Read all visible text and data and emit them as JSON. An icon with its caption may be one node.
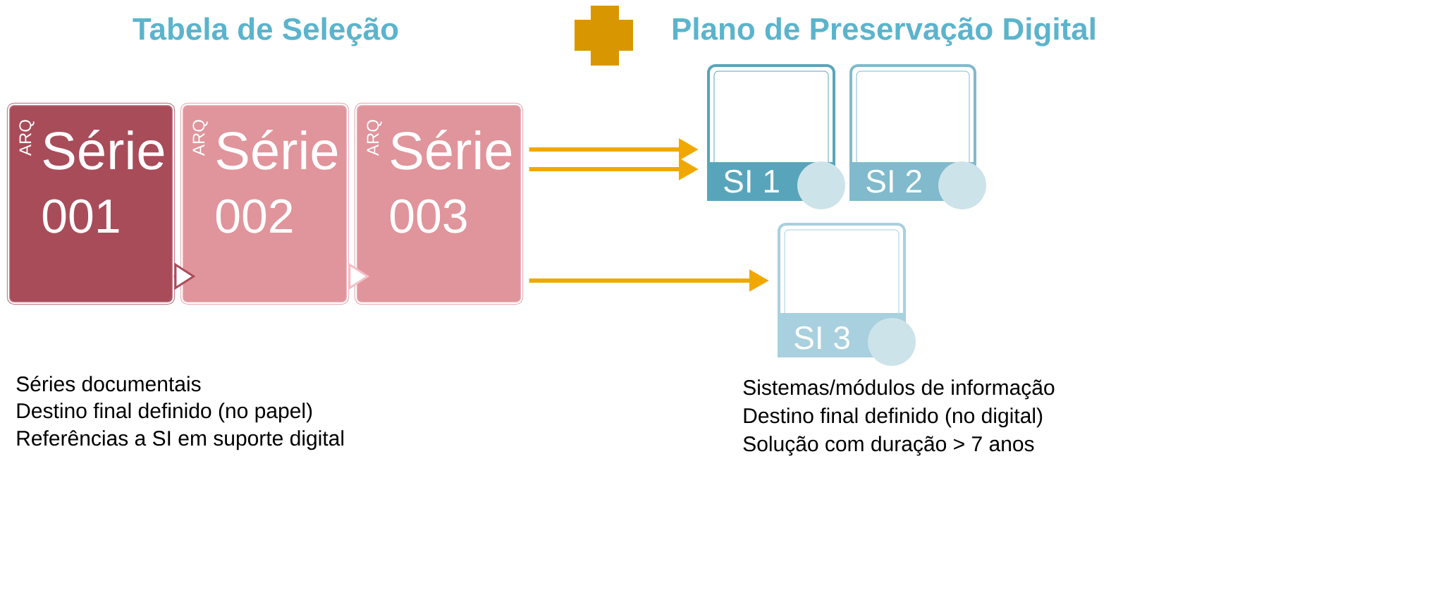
{
  "diagram": {
    "nodes": [
      {
        "text": [
          "ARQ",
          "Série",
          "001"
        ]
      },
      {
        "text": [
          "ARQ",
          "Série",
          "002"
        ]
      },
      {
        "text": [
          "ARQ",
          "Série",
          "003"
        ]
      },
      {
        "text": [
          "SI 1"
        ]
      },
      {
        "text": [
          "SI 2"
        ]
      },
      {
        "text": [
          "SI 3"
        ]
      }
    ],
    "edges": [
      {
        "from": 0,
        "to": 1,
        "arrow": "to",
        "color": "#a84c5a"
      },
      {
        "from": 1,
        "to": 2,
        "arrow": "to",
        "color": "#f2c0c5"
      },
      {
        "from": 2,
        "to": 3,
        "arrow": "to"
      },
      {
        "from": 2,
        "to": 3,
        "arrow": "to"
      },
      {
        "from": 2,
        "to": 5,
        "arrow": "to"
      }
    ],
    "labels": [
      "Tabela de Seleção",
      "Plano de Preservação Digital",
      "Séries documentais",
      "Destino final definido (no papel)",
      "Referências a SI em suporte digital",
      "Sistemas/módulos de informação",
      "Destino final definido (no digital)",
      "Solução com duração > 7 anos"
    ]
  }
}
